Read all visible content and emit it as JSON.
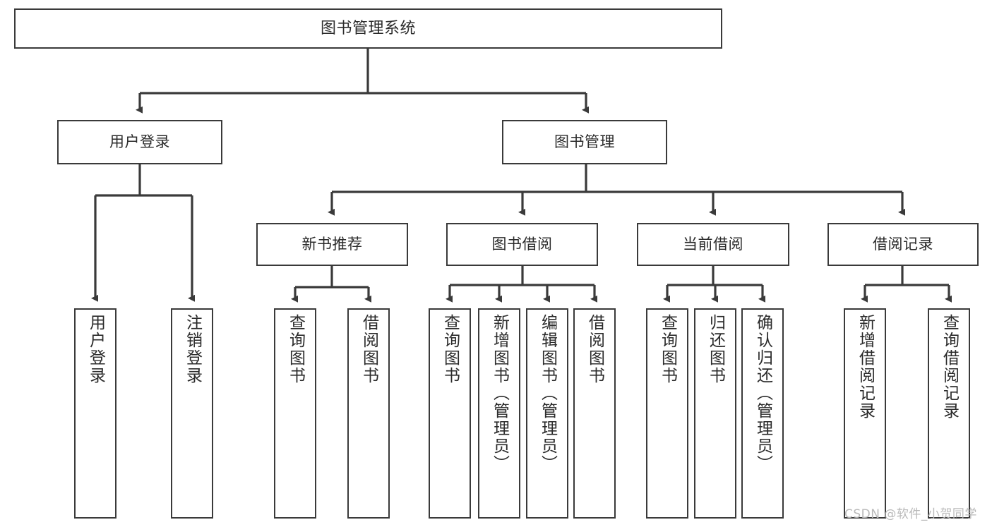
{
  "diagram": {
    "type": "tree-hierarchy",
    "title": "图书管理系统",
    "edge_color": "#3a3a3a",
    "node_border_color": "#3a3a3a",
    "node_fill_color": "#ffffff",
    "text_color": "#2b2b2b",
    "watermark": "CSDN @软件_小贺同学",
    "nodes": {
      "root": {
        "label": "图书管理系统"
      },
      "level2": [
        {
          "id": "user-login",
          "label": "用户登录"
        },
        {
          "id": "book-manage",
          "label": "图书管理"
        }
      ],
      "level3": [
        {
          "id": "new-book-recommend",
          "label": "新书推荐"
        },
        {
          "id": "book-borrow",
          "label": "图书借阅"
        },
        {
          "id": "current-borrow",
          "label": "当前借阅"
        },
        {
          "id": "borrow-record",
          "label": "借阅记录"
        }
      ],
      "leaves": {
        "user-login": [
          {
            "id": "leaf-user-login",
            "label": "用户登录"
          },
          {
            "id": "leaf-logout-login",
            "label": "注销登录"
          }
        ],
        "new-book-recommend": [
          {
            "id": "leaf-query-book-1",
            "label": "查询图书"
          },
          {
            "id": "leaf-borrow-book-1",
            "label": "借阅图书"
          }
        ],
        "book-borrow": [
          {
            "id": "leaf-query-book-2",
            "label": "查询图书"
          },
          {
            "id": "leaf-add-book",
            "label": "新增图书（管理员）"
          },
          {
            "id": "leaf-edit-book",
            "label": "编辑图书（管理员）"
          },
          {
            "id": "leaf-borrow-book-2",
            "label": "借阅图书"
          }
        ],
        "current-borrow": [
          {
            "id": "leaf-query-book-3",
            "label": "查询图书"
          },
          {
            "id": "leaf-return-book",
            "label": "归还图书"
          },
          {
            "id": "leaf-confirm-return",
            "label": "确认归还（管理员）"
          }
        ],
        "borrow-record": [
          {
            "id": "leaf-add-record",
            "label": "新增借阅记录"
          },
          {
            "id": "leaf-query-record",
            "label": "查询借阅记录"
          }
        ]
      }
    }
  }
}
